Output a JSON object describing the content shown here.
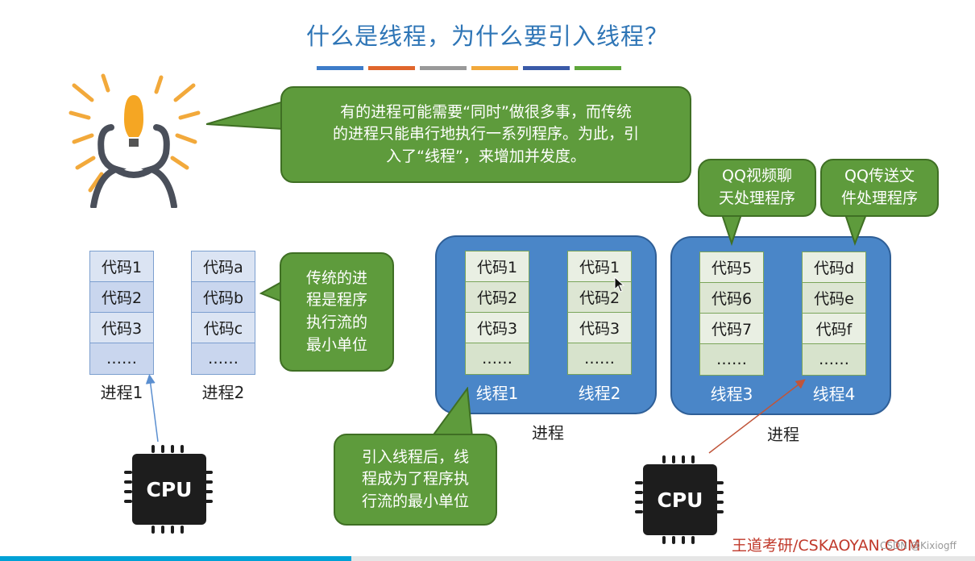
{
  "title": "什么是线程，为什么要引入线程？",
  "stripe_colors": [
    "#3d7cc9",
    "#e0662c",
    "#999999",
    "#f2a93b",
    "#3a5aa8",
    "#5ea63a"
  ],
  "top_bubble": [
    "有的进程可能需要“同时”做很多事，而传统",
    "的进程只能串行地执行一系列程序。为此，引",
    "入了“线程”，来增加并发度。"
  ],
  "traditional_bubble": [
    "传统的进",
    "程是程序",
    "执行流的",
    "最小单位"
  ],
  "thread_bubble": [
    "引入线程后，线",
    "程成为了程序执",
    "行流的最小单位"
  ],
  "qq_video_bubble": [
    "QQ视频聊",
    "天处理程序"
  ],
  "qq_file_bubble": [
    "QQ传送文",
    "件处理程序"
  ],
  "process1": {
    "cells": [
      "代码1",
      "代码2",
      "代码3",
      "……"
    ],
    "label": "进程1"
  },
  "process2": {
    "cells": [
      "代码a",
      "代码b",
      "代码c",
      "……"
    ],
    "label": "进程2"
  },
  "thread1": {
    "cells": [
      "代码1",
      "代码2",
      "代码3",
      "……"
    ],
    "label": "线程1"
  },
  "thread2": {
    "cells": [
      "代码1",
      "代码2",
      "代码3",
      "……"
    ],
    "label": "线程2"
  },
  "thread3": {
    "cells": [
      "代码5",
      "代码6",
      "代码7",
      "……"
    ],
    "label": "线程3"
  },
  "thread4": {
    "cells": [
      "代码d",
      "代码e",
      "代码f",
      "……"
    ],
    "label": "线程4"
  },
  "process_box_label_1": "进程",
  "process_box_label_2": "进程",
  "cpu_label": "CPU",
  "footer": "王道考研/CSKAOYAN.COM",
  "watermark": "CSDN @Kixiogff"
}
